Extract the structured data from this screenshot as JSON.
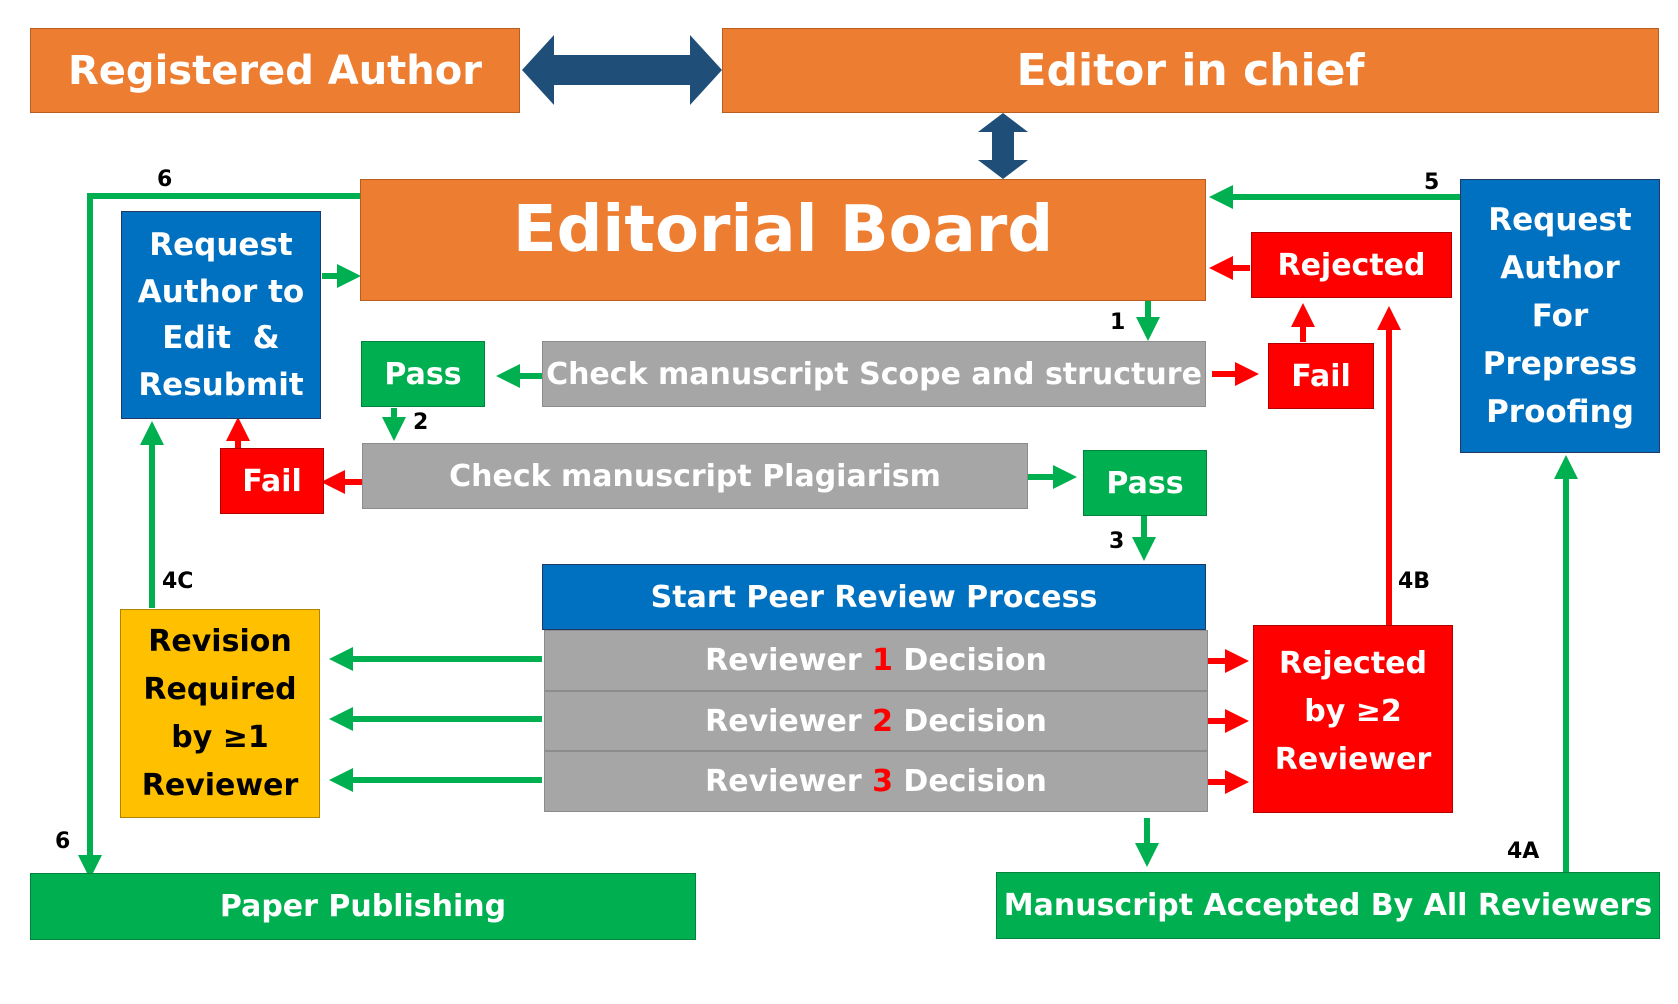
{
  "nodes": {
    "registered_author": "Registered Author",
    "editor_in_chief": "Editor in chief",
    "editorial_board": "Editorial Board",
    "request_edit": [
      "Request",
      "Author to",
      "Edit  &",
      "Resubmit"
    ],
    "pass_1": "Pass",
    "check_scope": "Check manuscript Scope and structure",
    "fail_1": "Fail",
    "rejected_1": "Rejected",
    "request_proofing": [
      "Request",
      "Author",
      "For",
      "Prepress",
      "Proofing"
    ],
    "fail_2": "Fail",
    "check_plagiarism": "Check manuscript Plagiarism",
    "pass_2": "Pass",
    "start_review": "Start Peer Review Process",
    "reviewers": [
      {
        "word": "Reviewer",
        "num": "1",
        "suffix": "Decision"
      },
      {
        "word": "Reviewer",
        "num": "2",
        "suffix": "Decision"
      },
      {
        "word": "Reviewer",
        "num": "3",
        "suffix": "Decision"
      }
    ],
    "revision_required": [
      "Revision",
      "Required",
      "by ≥1",
      "Reviewer"
    ],
    "rejected_2": [
      "Rejected",
      "by ≥2",
      "Reviewer"
    ],
    "paper_publishing": "Paper Publishing",
    "accepted_all": "Manuscript Accepted By All Reviewers"
  },
  "step_labels": {
    "s1": "1",
    "s2": "2",
    "s3": "3",
    "s4a": "4A",
    "s4b": "4B",
    "s4c": "4C",
    "s5": "5",
    "s6_top": "6",
    "s6_bottom": "6"
  },
  "colors": {
    "orange": "#ED7D31",
    "blue": "#0070C0",
    "green": "#00B050",
    "red": "#FF0000",
    "gray": "#A6A6A6",
    "yellow": "#FFC000",
    "navy": "#1F4E79"
  }
}
